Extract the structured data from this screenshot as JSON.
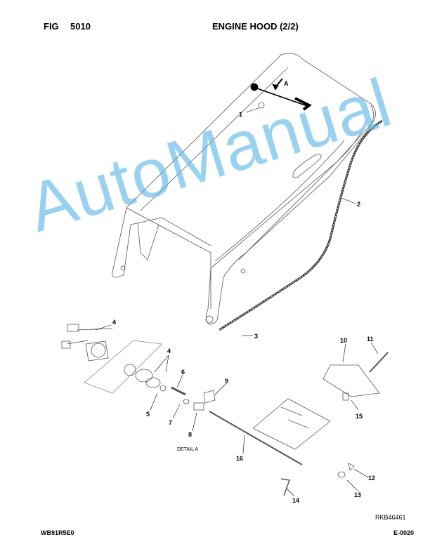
{
  "header": {
    "fig_label": "FIG",
    "fig_number": "5010",
    "title": "ENGINE HOOD (2/2)"
  },
  "detail_label": "A",
  "detail_caption": "DETAIL A",
  "callouts": [
    "1",
    "2",
    "3",
    "4",
    "4",
    "5",
    "6",
    "7",
    "8",
    "9",
    "10",
    "11",
    "12",
    "13",
    "14",
    "15",
    "16"
  ],
  "reference_code": "RKB46461",
  "footer": {
    "left_code": "WB91R5E0",
    "right_code": "E-0020"
  },
  "watermark": "AutoManual"
}
